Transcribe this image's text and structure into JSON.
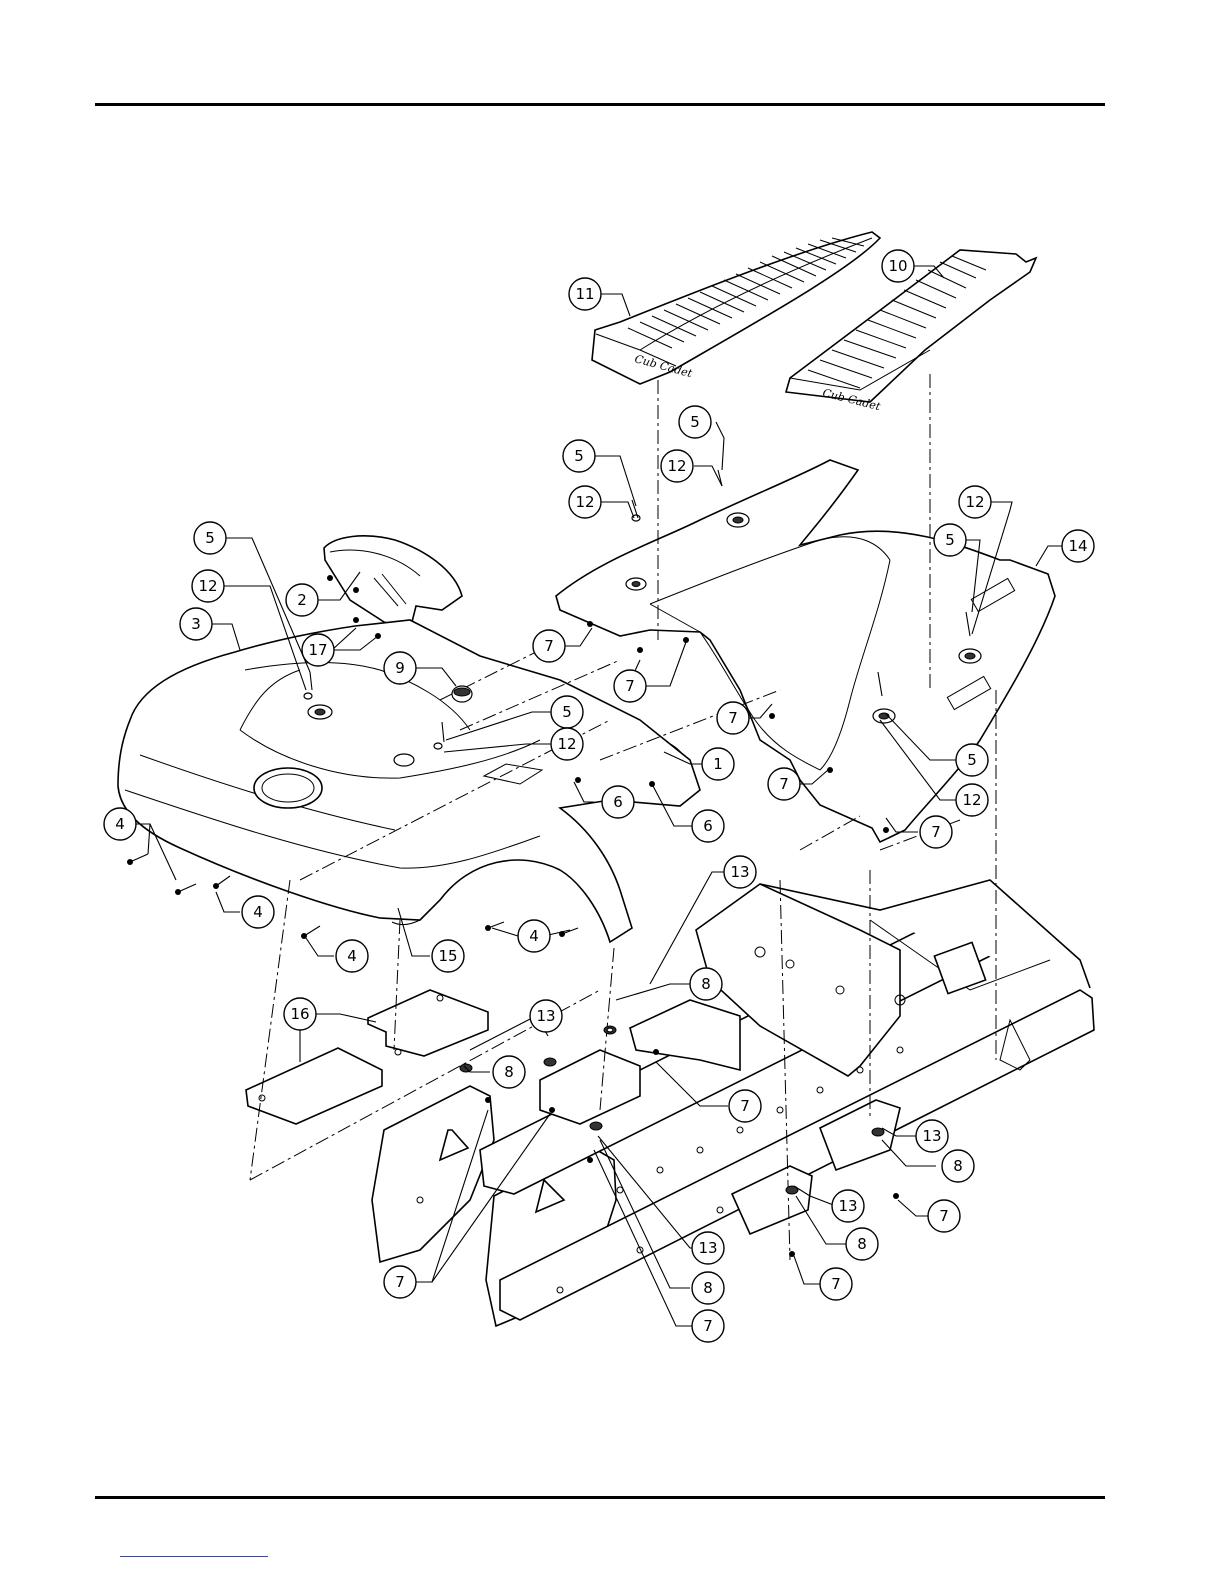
{
  "callouts": [
    {
      "id": "c11",
      "label": "11"
    },
    {
      "id": "c10",
      "label": "10"
    },
    {
      "id": "c5a",
      "label": "5"
    },
    {
      "id": "c5b",
      "label": "5"
    },
    {
      "id": "c12a",
      "label": "12"
    },
    {
      "id": "c12b",
      "label": "12"
    },
    {
      "id": "c12c",
      "label": "12"
    },
    {
      "id": "c5c",
      "label": "5"
    },
    {
      "id": "c14",
      "label": "14"
    },
    {
      "id": "c5d",
      "label": "5"
    },
    {
      "id": "c12d",
      "label": "12"
    },
    {
      "id": "c2",
      "label": "2"
    },
    {
      "id": "c3",
      "label": "3"
    },
    {
      "id": "c17",
      "label": "17"
    },
    {
      "id": "c9",
      "label": "9"
    },
    {
      "id": "c7a",
      "label": "7"
    },
    {
      "id": "c7b",
      "label": "7"
    },
    {
      "id": "c7c",
      "label": "7"
    },
    {
      "id": "c5e",
      "label": "5"
    },
    {
      "id": "c12e",
      "label": "12"
    },
    {
      "id": "c1",
      "label": "1"
    },
    {
      "id": "c7d",
      "label": "7"
    },
    {
      "id": "c5f",
      "label": "5"
    },
    {
      "id": "c12f",
      "label": "12"
    },
    {
      "id": "c6a",
      "label": "6"
    },
    {
      "id": "c6b",
      "label": "6"
    },
    {
      "id": "c7e",
      "label": "7"
    },
    {
      "id": "c4a",
      "label": "4"
    },
    {
      "id": "c4b",
      "label": "4"
    },
    {
      "id": "c4c",
      "label": "4"
    },
    {
      "id": "c4d",
      "label": "4"
    },
    {
      "id": "c15",
      "label": "15"
    },
    {
      "id": "c13a",
      "label": "13"
    },
    {
      "id": "c8a",
      "label": "8"
    },
    {
      "id": "c16",
      "label": "16"
    },
    {
      "id": "c13b",
      "label": "13"
    },
    {
      "id": "c8b",
      "label": "8"
    },
    {
      "id": "c7f",
      "label": "7"
    },
    {
      "id": "c13c",
      "label": "13"
    },
    {
      "id": "c8c",
      "label": "8"
    },
    {
      "id": "c7g",
      "label": "7"
    },
    {
      "id": "c13d",
      "label": "13"
    },
    {
      "id": "c8d",
      "label": "8"
    },
    {
      "id": "c7h",
      "label": "7"
    },
    {
      "id": "c7i",
      "label": "7"
    },
    {
      "id": "c13e",
      "label": "13"
    },
    {
      "id": "c8e",
      "label": "8"
    },
    {
      "id": "c7j",
      "label": "7"
    }
  ]
}
